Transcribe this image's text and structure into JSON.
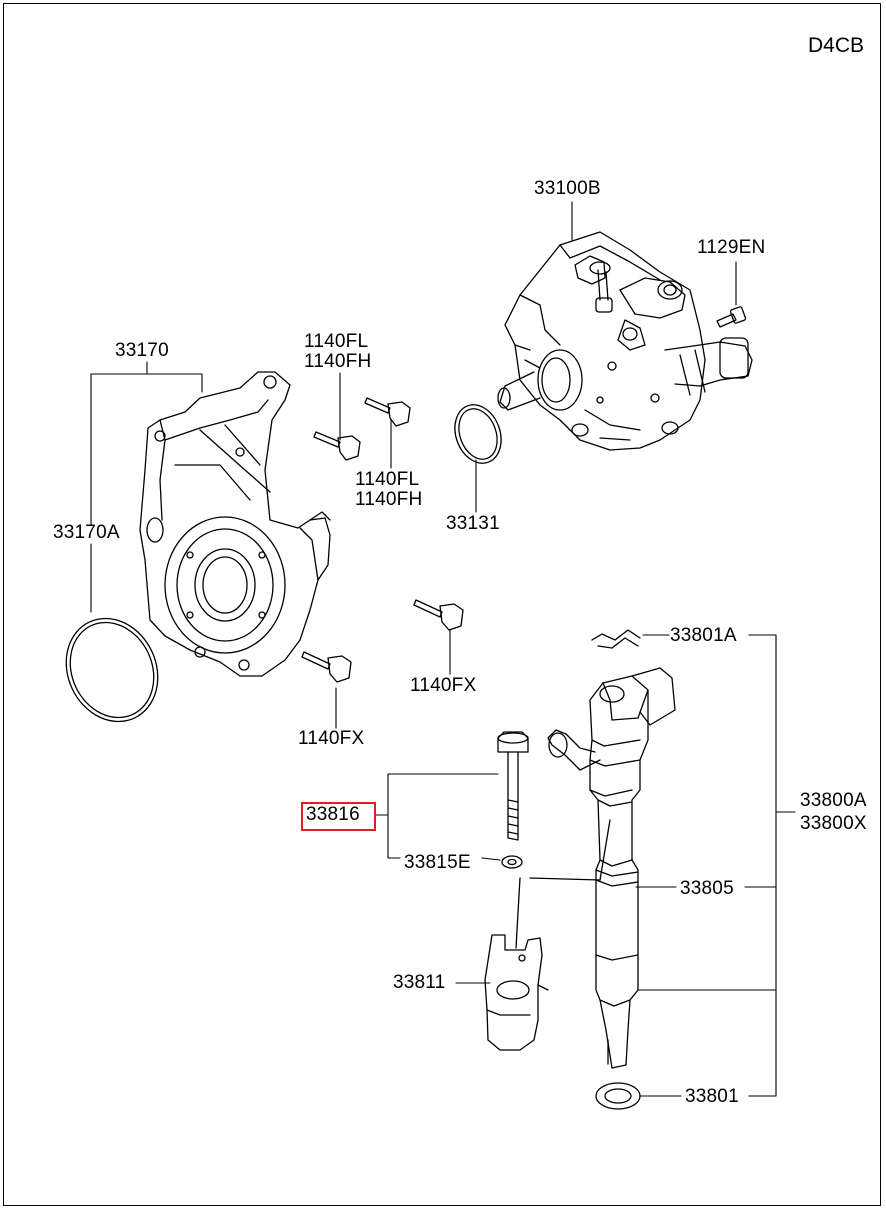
{
  "engine_code": "D4CB",
  "labels": {
    "pump": "33100B",
    "pump_bolt": "1129EN",
    "bracket": "33170",
    "bracket_gasket": "33170A",
    "bolt_fl_top": "1140FL",
    "bolt_fh_top": "1140FH",
    "bolt_fl_bottom": "1140FL",
    "bolt_fh_bottom": "1140FH",
    "oring": "33131",
    "bolt_fx_right": "1140FX",
    "bolt_fx_left": "1140FX",
    "injector_clip": "33801A",
    "injector_a": "33800A",
    "injector_x": "33800X",
    "bolt_assy": "33816",
    "washer_e": "33815E",
    "injector_oring": "33805",
    "clamp": "33811",
    "injector_washer": "33801"
  },
  "highlight_color": "#e02020"
}
